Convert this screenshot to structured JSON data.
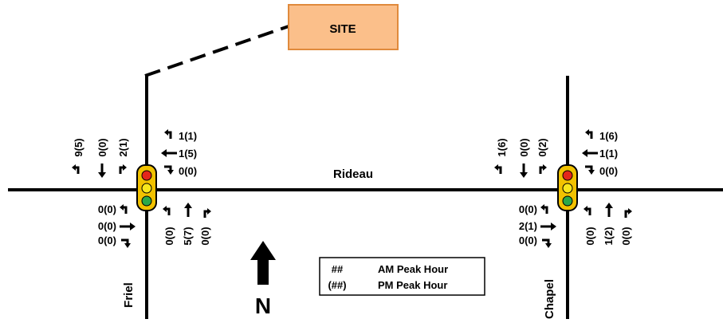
{
  "site": {
    "label": "SITE"
  },
  "street_names": {
    "main": "Rideau",
    "west_cross": "Friel",
    "east_cross": "Chapel"
  },
  "north_arrow": {
    "label": "N"
  },
  "legend": {
    "am_symbol": "##",
    "am_label": "AM Peak Hour",
    "pm_symbol": "(##)",
    "pm_label": "PM Peak Hour"
  },
  "volumes": {
    "friel": {
      "southbound": {
        "right": "9(5)",
        "through": "0(0)",
        "left": "2(1)"
      },
      "westbound": {
        "left": "1(1)",
        "through": "1(5)",
        "right": "0(0)"
      },
      "eastbound": {
        "left": "0(0)",
        "through": "0(0)",
        "right": "0(0)"
      },
      "northbound": {
        "left": "0(0)",
        "through": "5(7)",
        "right": "0(0)"
      }
    },
    "chapel": {
      "southbound": {
        "right": "1(6)",
        "through": "0(0)",
        "left": "0(2)"
      },
      "westbound": {
        "left": "1(6)",
        "through": "1(1)",
        "right": "0(0)"
      },
      "eastbound": {
        "left": "0(0)",
        "through": "2(1)",
        "right": "0(0)"
      },
      "northbound": {
        "left": "0(0)",
        "through": "1(2)",
        "right": "0(0)"
      }
    }
  },
  "colors": {
    "site_fill": "#FBBF8A",
    "site_border": "#E08A3C",
    "signal_housing": "#F2C200",
    "signal_red": "#E3261B",
    "signal_yellow": "#F8E71C",
    "signal_green": "#2BA84A"
  }
}
